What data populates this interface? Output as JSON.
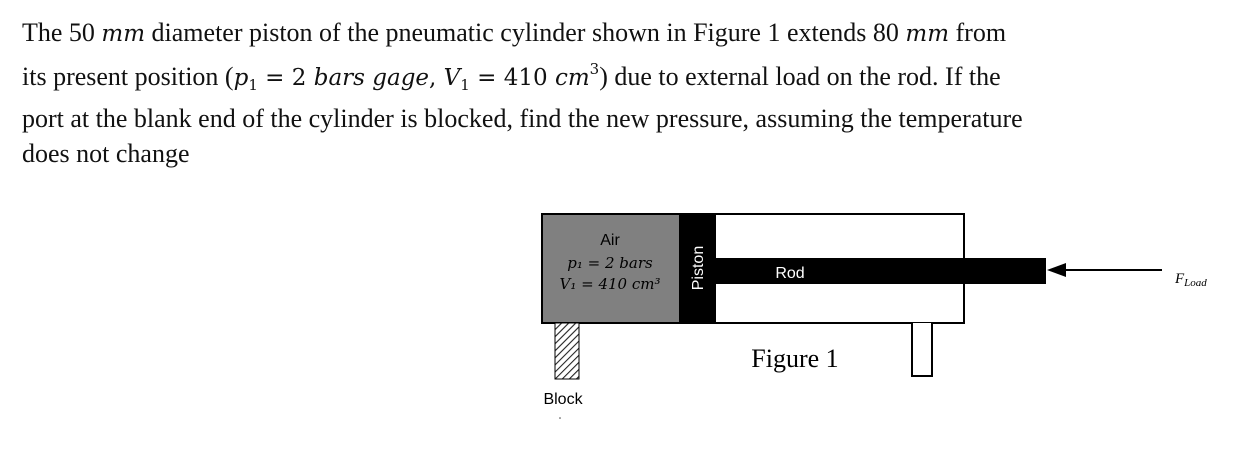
{
  "problem": {
    "t1": "The 50 ",
    "mm1": "mm",
    "t2": " diameter piston of the pneumatic cylinder shown in Figure 1 extends 80 ",
    "mm2": "mm",
    "t3": " from",
    "t4": "its present position (",
    "p": "p",
    "one_a": "1",
    "eq1": " = 2 ",
    "bars": "bars",
    "gage": " gage",
    "comma": ", ",
    "V": "V",
    "one_b": "1",
    "eq2": " = 410 ",
    "cm": "cm",
    "three": "3",
    "t5": ") due to external load on the rod. If the",
    "t6": "port at the blank end of the cylinder is blocked, find the new pressure, assuming the temperature",
    "t7": "does not change"
  },
  "figure": {
    "air_label": "Air",
    "p1_text": "p₁ = 2 bars",
    "v1_text": "V₁ = 410 cm³",
    "piston_label": "Piston",
    "rod_label": "Rod",
    "caption": "Figure 1",
    "block_label": "Block",
    "force_label": "F",
    "force_subscript": "Load",
    "colors": {
      "air_fill": "#808080",
      "piston_fill": "#000000",
      "rod_fill": "#000000"
    }
  }
}
